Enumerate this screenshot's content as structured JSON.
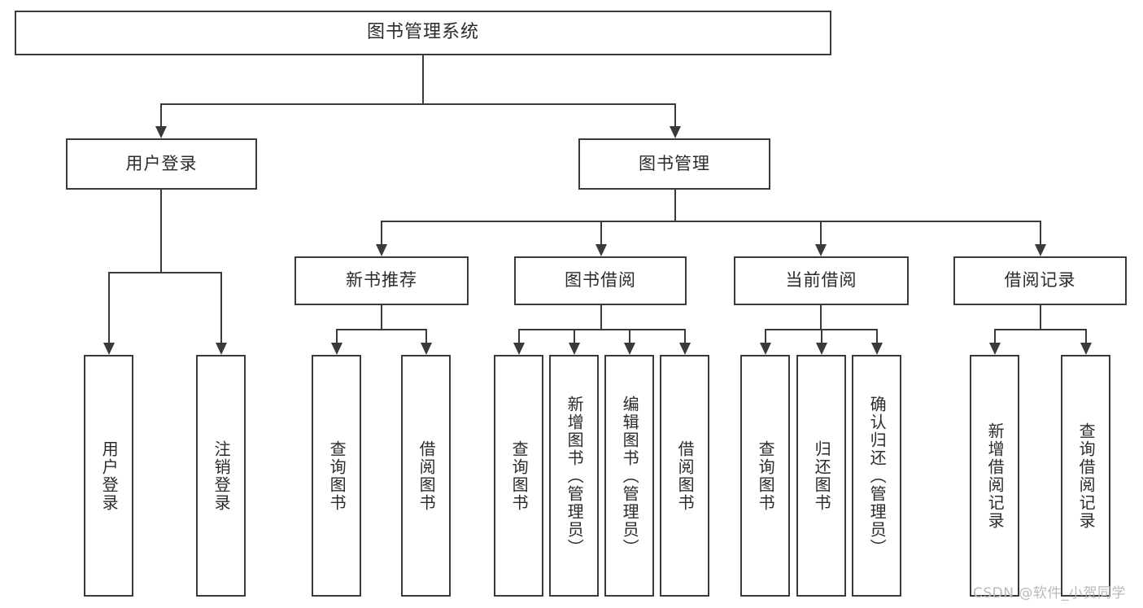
{
  "diagram": {
    "type": "tree-hierarchy-chart",
    "title": "图书管理系统",
    "root": {
      "label": "图书管理系统"
    },
    "level2": [
      {
        "label": "用户登录"
      },
      {
        "label": "图书管理"
      }
    ],
    "level3": [
      {
        "label": "新书推荐"
      },
      {
        "label": "图书借阅"
      },
      {
        "label": "当前借阅"
      },
      {
        "label": "借阅记录"
      }
    ],
    "leaves": {
      "user_login": [
        {
          "label": "用户登录"
        },
        {
          "label": "注销登录"
        }
      ],
      "new_book_recommend": [
        {
          "label": "查询图书"
        },
        {
          "label": "借阅图书"
        }
      ],
      "book_borrow": [
        {
          "label": "查询图书"
        },
        {
          "label": "新增图书（管理员）"
        },
        {
          "label": "编辑图书（管理员）"
        },
        {
          "label": "借阅图书"
        }
      ],
      "current_borrow": [
        {
          "label": "查询图书"
        },
        {
          "label": "归还图书"
        },
        {
          "label": "确认归还（管理员）"
        }
      ],
      "borrow_record": [
        {
          "label": "新增借阅记录"
        },
        {
          "label": "查询借阅记录"
        }
      ]
    },
    "colors": {
      "stroke": "#3a3a3a",
      "background": "#ffffff",
      "text": "#2b2b2b",
      "watermark": "#b9b9b9"
    }
  },
  "watermark": {
    "text": "CSDN @软件_小贺同学"
  }
}
